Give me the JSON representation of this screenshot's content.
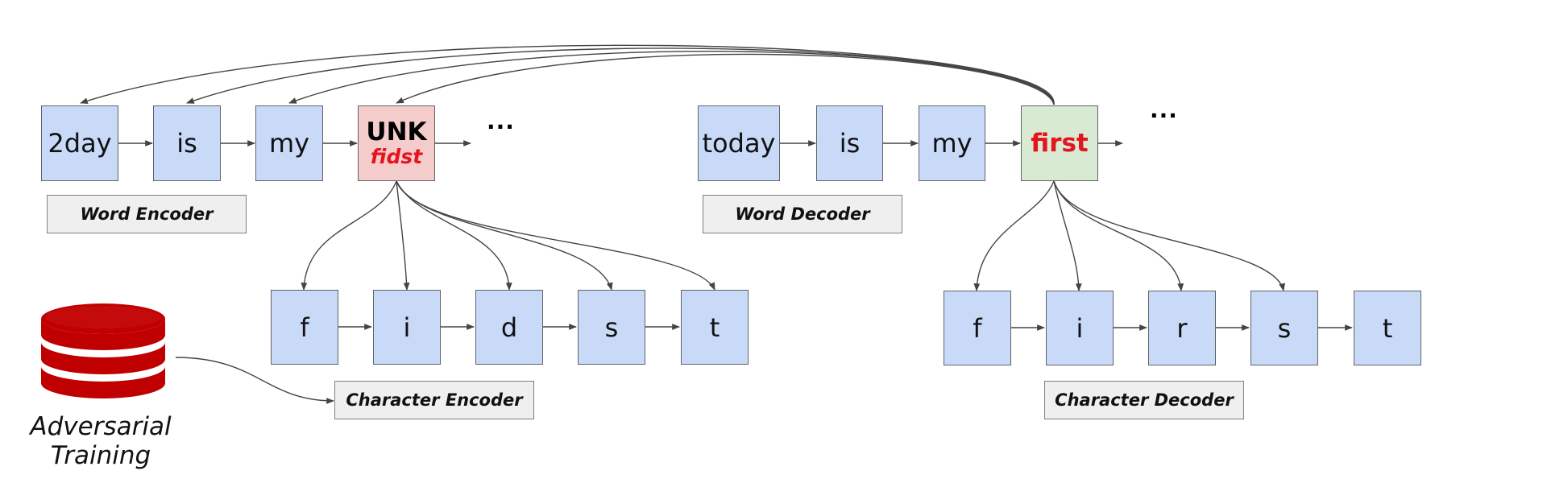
{
  "word_encoder": {
    "tokens": [
      "2day",
      "is",
      "my"
    ],
    "unk_token": {
      "label": "UNK",
      "sub": "fidst"
    },
    "ellipsis": "...",
    "label": "Word Encoder"
  },
  "word_decoder": {
    "tokens": [
      "today",
      "is",
      "my",
      "first"
    ],
    "ellipsis": "...",
    "label": "Word Decoder"
  },
  "character_encoder": {
    "chars": [
      "f",
      "i",
      "d",
      "s",
      "t"
    ],
    "label": "Character Encoder"
  },
  "character_decoder": {
    "chars": [
      "f",
      "i",
      "r",
      "s",
      "t"
    ],
    "label": "Character Decoder"
  },
  "adversarial": {
    "label": "Adversarial Training",
    "icon": "database-icon"
  },
  "colors": {
    "token_fill": "#c9daf8",
    "unk_fill": "#f4cccc",
    "first_fill": "#d9ead3",
    "highlight_text": "#e6141e",
    "database": "#c00000",
    "label_fill": "#efefef"
  }
}
